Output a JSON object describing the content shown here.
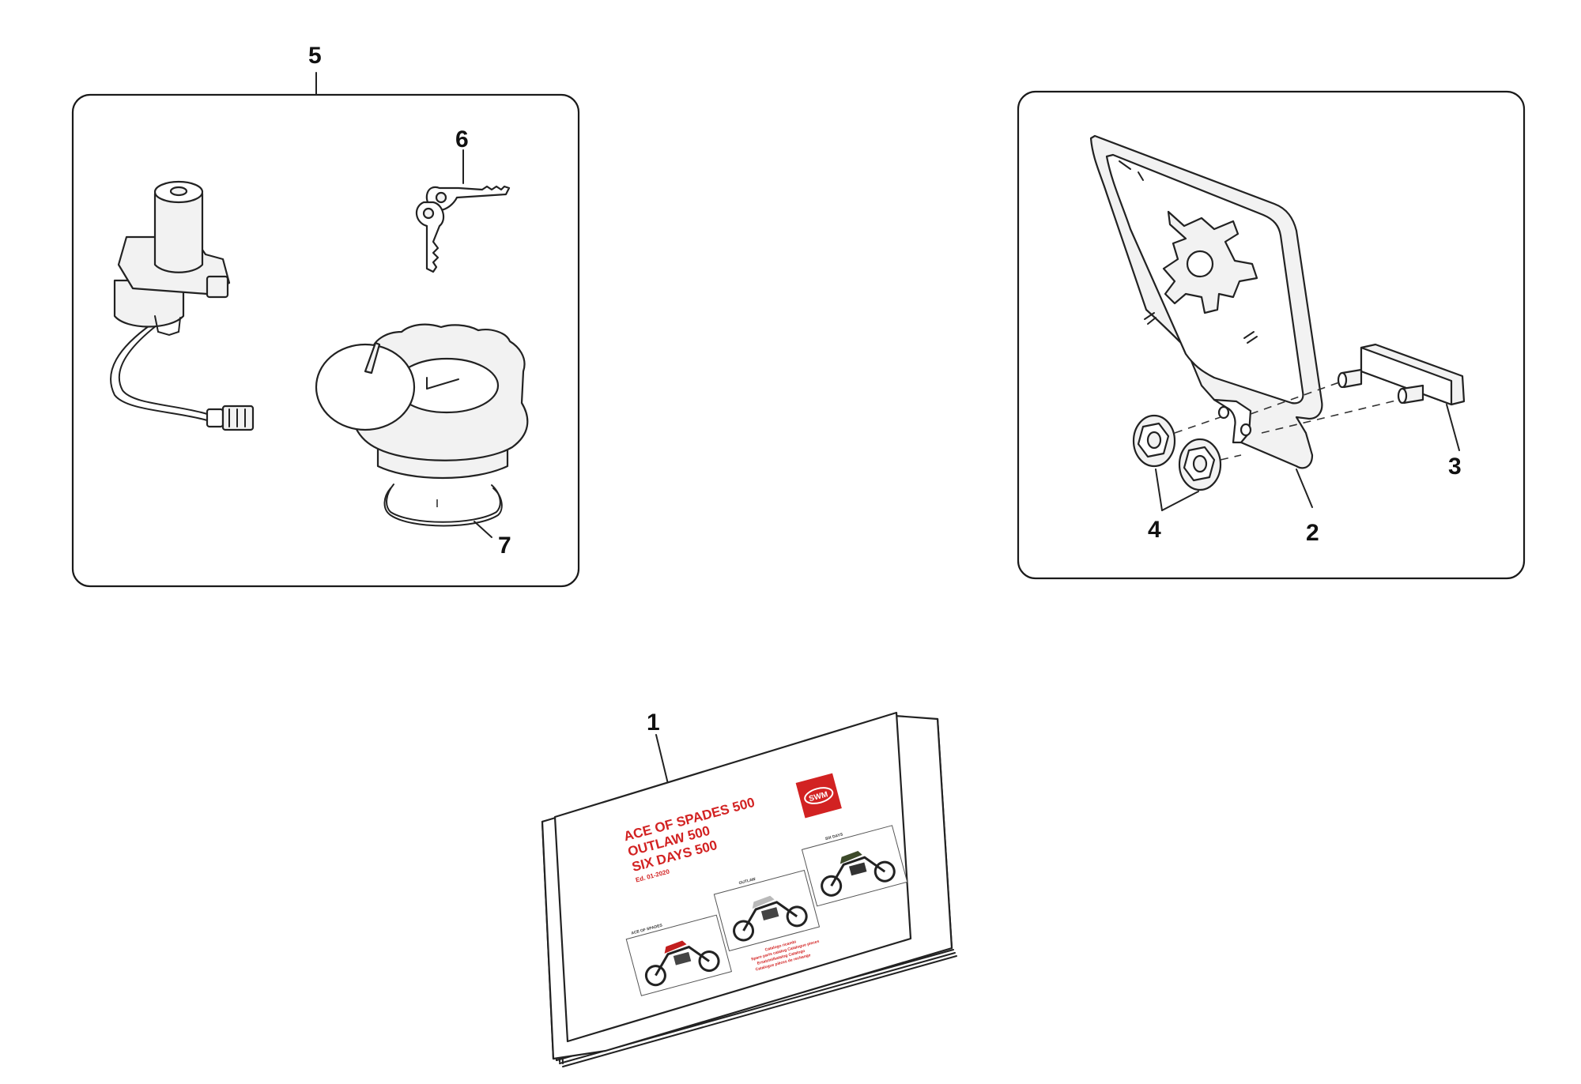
{
  "diagram": {
    "callouts": [
      {
        "id": "1",
        "label": "1"
      },
      {
        "id": "2",
        "label": "2"
      },
      {
        "id": "3",
        "label": "3"
      },
      {
        "id": "4",
        "label": "4"
      },
      {
        "id": "5",
        "label": "5"
      },
      {
        "id": "6",
        "label": "6"
      },
      {
        "id": "7",
        "label": "7"
      }
    ],
    "manual": {
      "title_lines": [
        "ACE OF SPADES 500",
        "OUTLAW 500",
        "SIX DAYS 500"
      ],
      "edition": "Ed. 01-2020",
      "brand_logo": "SWM",
      "photo_labels": [
        "ACE OF SPADES",
        "OUTLAW",
        "SIX DAYS"
      ],
      "catalog_lines": [
        "Catalogo ricambi",
        "Spare parts catalog  Catalogue pieces",
        "Ersatzteilkatalog  Catalogo",
        "Catalogue pièces de rechange"
      ]
    },
    "colors": {
      "accent_red": "#d22222",
      "line": "#222222"
    },
    "icons": [
      "ignition-switch-icon",
      "key-icon",
      "fuel-cap-icon",
      "gasket-icon",
      "license-plate-holder-icon",
      "bracket-icon",
      "flange-nut-icon",
      "manual-book-icon",
      "motorcycle-icon"
    ]
  }
}
